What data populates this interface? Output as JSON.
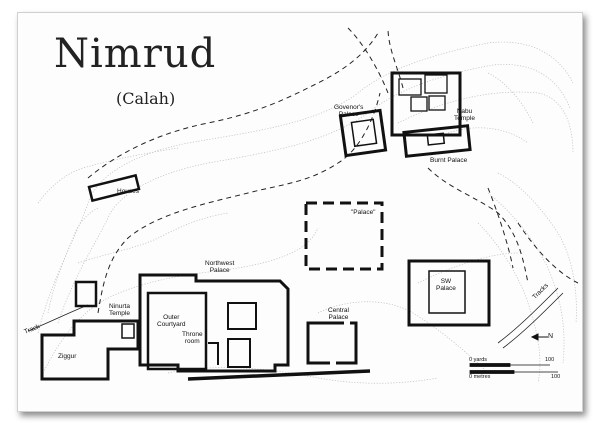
{
  "title": "Nimrud",
  "subtitle": "(Calah)",
  "labels": {
    "governors_palace": "Govenor's\nPalace",
    "nabu_temple": "Nabu\nTemple",
    "burnt_palace": "Burnt Palace",
    "houses": "Houses",
    "palace_quoted": "\"Palace\"",
    "northwest_palace": "Northwest\nPalace",
    "ninurta_temple": "Ninurta\nTemple",
    "outer_courtyard": "Outer\nCourtyard",
    "throne_room": "Throne\nroom",
    "central_palace": "Central\nPalace",
    "sw_palace": "SW\nPalace",
    "ziggur": "Ziggur",
    "track_west": "Track",
    "track_east": "Tracks"
  },
  "scale": {
    "yards_label": "0   yards",
    "yards_value": "100",
    "metres_label": "0   metres",
    "metres_value": "100"
  },
  "north_arrow": "N"
}
